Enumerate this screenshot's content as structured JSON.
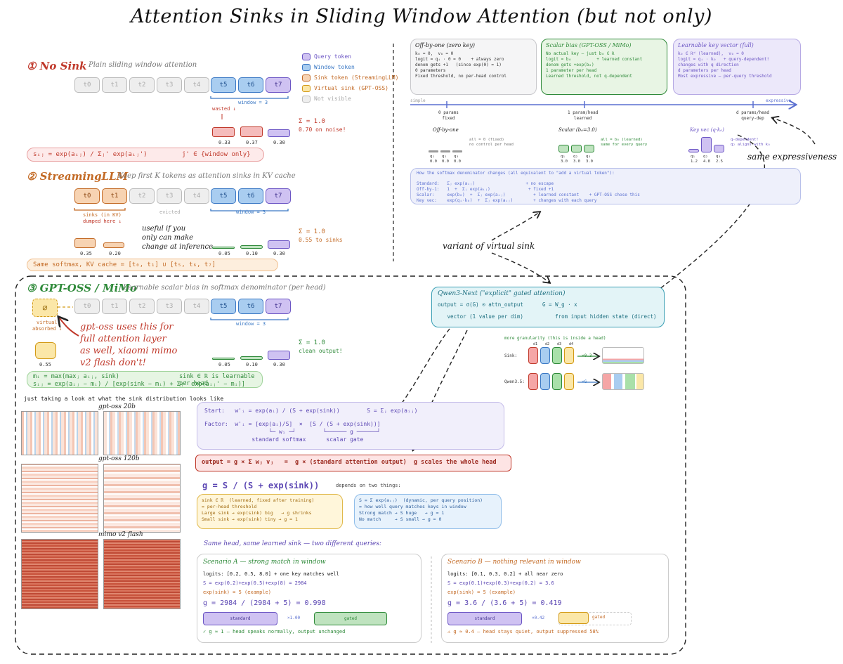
{
  "title": "Attention Sinks in Sliding Window Attention (but not only)",
  "colors": {
    "query": "#6b55c4",
    "window": "#3a78c4",
    "sink": "#c36a25",
    "virtual": "#d39a16",
    "red": "#c0392b",
    "green": "#2f8a3a"
  },
  "legend": [
    {
      "label": "Query token",
      "color": "#cfc2f2",
      "border": "#6b55c4"
    },
    {
      "label": "Window token",
      "color": "#a9cdf0",
      "border": "#3a78c4"
    },
    {
      "label": "Sink token (StreamingLLM)",
      "color": "#f7d3b2",
      "border": "#c36a25"
    },
    {
      "label": "Virtual sink (GPT-OSS)",
      "color": "#fbe7a8",
      "border": "#d39a16"
    },
    {
      "label": "Not visible",
      "color": "#eeeeee",
      "border": "#bbbbbb"
    }
  ],
  "s1": {
    "heading": "① No Sink",
    "sub": "Plain sliding window attention",
    "tokens": [
      "t0",
      "t1",
      "t2",
      "t3",
      "t4",
      "t5",
      "t6",
      "t7"
    ],
    "window": "window = 3",
    "wasted": "wasted ↓",
    "sum": "Σ = 1.0",
    "sum_note": "0.70 on noise!",
    "values": [
      "0.33",
      "0.37",
      "0.30"
    ],
    "formula": "sᵢⱼ = exp(aᵢⱼ) / Σⱼ' exp(aᵢⱼ')",
    "formula_note": "j' ∈ {window only}"
  },
  "s2": {
    "heading": "② StreamingLLM",
    "sub": "Keep first K tokens as attention sinks in KV cache",
    "tokens": [
      "t0",
      "t1",
      "t2",
      "t3",
      "t4",
      "t5",
      "t6",
      "t7"
    ],
    "sinks": "sinks (in KV)",
    "dumped": "dumped here ↓",
    "evicted": "evicted",
    "window": "window = 3",
    "values": [
      "0.35",
      "0.20",
      "0.05",
      "0.10",
      "0.30"
    ],
    "sum": "Σ = 1.0",
    "sum_note": "0.55 to sinks",
    "useful": [
      "useful if you",
      "only can make",
      "change at inference"
    ],
    "formula": "Same softmax, KV cache = [t₀, t₁] ∪ [t₅, t₆, t₇]"
  },
  "s3": {
    "heading": "③ GPT-OSS / MiMo",
    "sub": "Learnable scalar bias in softmax denominator (per head)",
    "virtual_sym": "∅",
    "virtual": "virtual",
    "absorbed": "absorbed ↓",
    "tokens": [
      "t0",
      "t1",
      "t2",
      "t3",
      "t4",
      "t5",
      "t6",
      "t7"
    ],
    "window": "window = 3",
    "note": [
      "gpt-oss uses this for",
      "full attention layer",
      "as well, xiaomi mimo",
      "v2 flash don't!"
    ],
    "sum": "Σ = 1.0",
    "sum_note": "clean output!",
    "values": [
      "0.55",
      "0.05",
      "0.10",
      "0.30"
    ],
    "formula1": "mᵢ = max(maxⱼ aᵢⱼ, sink)",
    "formula1_note": "sink ∈ ℝ is learnable per head",
    "formula2": "sᵢⱼ = exp(aᵢⱼ − mᵢ) / [exp(sink − mᵢ) + Σⱼ' exp(aᵢⱼ' − mᵢ)]"
  },
  "heatmaps": {
    "intro": "just taking a look at what the sink distribution looks like",
    "labels": [
      "gpt-oss 20b",
      "gpt-oss 120b",
      "mimo v2 flash"
    ]
  },
  "top_right": {
    "cards": [
      {
        "title": "Off-by-one (zero key)",
        "lines": [
          "k₀ = 0,  v₀ = 0",
          "",
          "logit = qᵢ · 0 = 0    + always zero",
          "denom gets +1   (since exp(0) = 1)",
          "",
          "0 parameters",
          "Fixed threshold, no per-head control"
        ]
      },
      {
        "title": "Scalar bias (GPT-OSS / MiMo)",
        "lines": [
          "No actual key — just b₀ ∈ ℝ",
          "",
          "logit = b₀          + learned constant",
          "denom gets +exp(b₀)",
          "",
          "1 parameter per head",
          "Learned threshold, not q-dependent"
        ]
      },
      {
        "title": "Learnable key vector (full)",
        "lines": [
          "k₀ ∈ ℝᵈ (learned),  v₀ = 0",
          "",
          "logit = qᵢ · k₀   + query-dependent!",
          "changes with q direction",
          "",
          "d parameters per head",
          "Most expressive — per-query threshold"
        ]
      }
    ],
    "axis_left": "simple",
    "axis_right": "expressive",
    "ticks": [
      {
        "l1": "0 params",
        "l2": "fixed"
      },
      {
        "l1": "1 param/head",
        "l2": "learned"
      },
      {
        "l1": "d params/head",
        "l2": "query-dep"
      }
    ],
    "mini": [
      {
        "title": "Off-by-one",
        "note1": "all = 0 (fixed)",
        "note2": "no control per head",
        "qs": [
          "q₁",
          "q₂",
          "q₃"
        ],
        "vals": [
          "0.0",
          "0.0",
          "0.0"
        ]
      },
      {
        "title": "Scalar (b₀=3.0)",
        "note1": "all = b₀ (learned)",
        "note2": "same for every query",
        "qs": [
          "q₁",
          "q₂",
          "q₃"
        ],
        "vals": [
          "3.0",
          "3.0",
          "3.0"
        ]
      },
      {
        "title": "Key vec (q·k₀)",
        "note1": "q-dependent!",
        "note2": "q₂ aligns with k₀",
        "qs": [
          "q₁",
          "q₂",
          "q₃"
        ],
        "vals": [
          "1.2",
          "4.8",
          "2.5"
        ]
      }
    ],
    "denom_title": "How the softmax denominator changes (all equivalent to \"add a virtual token\"):",
    "denom_lines": [
      "Standard:   Σⱼ exp(aᵢⱼ)                    + no escape",
      "Off-by-1:   1  +  Σⱼ exp(aᵢⱼ)               + fixed +1",
      "Scalar:     exp(b₀)  +  Σⱼ exp(aᵢⱼ)           + learned constant    + GPT-OSS chose this",
      "Key vec:    exp(qᵢ·k₀)  +  Σⱼ exp(aᵢⱼ)        + changes with each query"
    ],
    "same_expr": "same expressiveness"
  },
  "variant": "variant of virtual sink",
  "qwen": {
    "title": "Qwen3-Next (\"explicit\" gated attention)",
    "l1": "output = σ(G) ⊙ attn_output      G = W_g · x",
    "l2": "   vector (1 value per dim)          from input hidden state (direct)",
    "gran": "more granularity (this is inside a head)",
    "dims": [
      "d1",
      "d2",
      "d3",
      "d4"
    ],
    "row1": "Sink:",
    "row1_op": "×0.3",
    "row2": "Qwen3.5:",
    "row2_op": "×G"
  },
  "derive": {
    "start": "Start:   w'ᵢ = exp(aᵢ) / (S + exp(sink))        S = Σⱼ exp(aᵢⱼ)",
    "factor": "Factor:  w'ᵢ = [exp(aᵢ)/S]  ×  [S / (S + exp(sink))]",
    "braces": "                   └─ wᵢ ─┘        └────── g ──────┘",
    "names": "              standard softmax      scalar gate",
    "output": "output = g × Σ wⱼ vⱼ   =  g × (standard attention output)  g scales the whole head"
  },
  "g": {
    "formula": "g = S / (S + exp(sink))",
    "depends": "depends on two things:",
    "sink_box": [
      "sink ∈ ℝ  (learned, fixed after training)",
      "= per-head threshold",
      "Large sink → exp(sink) big   → g shrinks",
      "Small sink → exp(sink) tiny → g ≈ 1"
    ],
    "s_box": [
      "S = Σ exp(aᵢⱼ)  (dynamic, per query position)",
      "= how well query matches keys in window",
      "Strong match → S huge   → g ≈ 1",
      "No match     → S small → g ≈ 0"
    ],
    "same_head": "Same head, same learned sink — two different queries:"
  },
  "scenA": {
    "title": "Scenario A — strong match in window",
    "l1": "logits: [0.2, 0.5, 8.0]  + one key matches well",
    "l2": "S = exp(0.2)+exp(0.5)+exp(8) = 2984",
    "l3": "exp(sink) = 5   (example)",
    "g": "g = 2984 / (2984 + 5)  =  0.998",
    "std": "standard",
    "mul": "×1.00",
    "gated": "gated",
    "result": "✓ g ≈ 1 — head speaks normally, output unchanged"
  },
  "scenB": {
    "title": "Scenario B — nothing relevant in window",
    "l1": "logits: [0.1, 0.3, 0.2]  + all near zero",
    "l2": "S = exp(0.1)+exp(0.3)+exp(0.2) = 3.6",
    "l3": "exp(sink) = 5   (example)",
    "g": "g = 3.6 / (3.6 + 5)  =  0.419",
    "std": "standard",
    "mul": "×0.42",
    "gated": "gated",
    "result": "⚠ g ≈ 0.4 — head stays quiet, output suppressed 58%"
  }
}
